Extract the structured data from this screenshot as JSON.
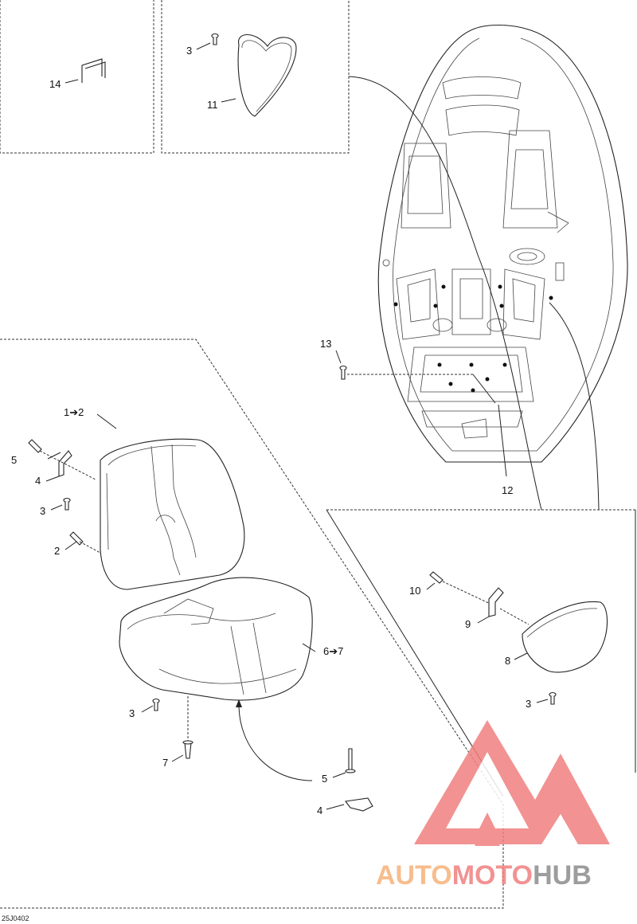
{
  "callouts": {
    "c14": "14",
    "c3_top": "3",
    "c11": "11",
    "c13": "13",
    "c12": "12",
    "c1_2": "1➔2",
    "c5_left": "5",
    "c4_left": "4",
    "c3_mid": "3",
    "c2": "2",
    "c10": "10",
    "c9": "9",
    "c8": "8",
    "c3_right": "3",
    "c6_7": "6➔7",
    "c3_low": "3",
    "c7": "7",
    "c5_bottom": "5",
    "c4_bottom": "4"
  },
  "drawing_code": "25J0402",
  "watermark": {
    "part1": "AUTO",
    "part2": "MOTO",
    "part3": "HUB",
    "color_orange": "#f6b27a",
    "color_red": "#f08080",
    "color_gray": "#8c8c8c"
  }
}
